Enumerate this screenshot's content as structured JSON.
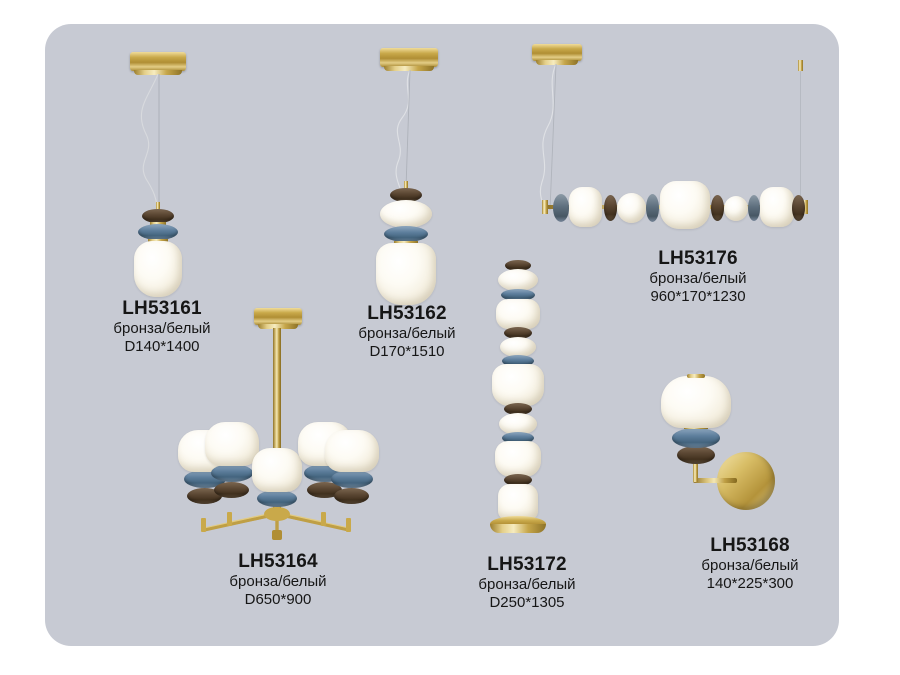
{
  "page": {
    "background_color": "#ffffff",
    "panel_color": "#c7cad3",
    "brand_finish_color": "#c9a94a"
  },
  "products": [
    {
      "id": "lh53161",
      "code": "LH53161",
      "finish": "бронза/белый",
      "dimensions": "D140*1400",
      "type": "pendant"
    },
    {
      "id": "lh53162",
      "code": "LH53162",
      "finish": "бронза/белый",
      "dimensions": "D170*1510",
      "type": "pendant"
    },
    {
      "id": "lh53176",
      "code": "LH53176",
      "finish": "бронза/белый",
      "dimensions": "960*170*1230",
      "type": "linear-pendant"
    },
    {
      "id": "lh53164",
      "code": "LH53164",
      "finish": "бронза/белый",
      "dimensions": "D650*900",
      "type": "chandelier"
    },
    {
      "id": "lh53172",
      "code": "LH53172",
      "finish": "бронза/белый",
      "dimensions": "D250*1305",
      "type": "floor-lamp"
    },
    {
      "id": "lh53168",
      "code": "LH53168",
      "finish": "бронза/белый",
      "dimensions": "140*225*300",
      "type": "wall-sconce"
    }
  ]
}
